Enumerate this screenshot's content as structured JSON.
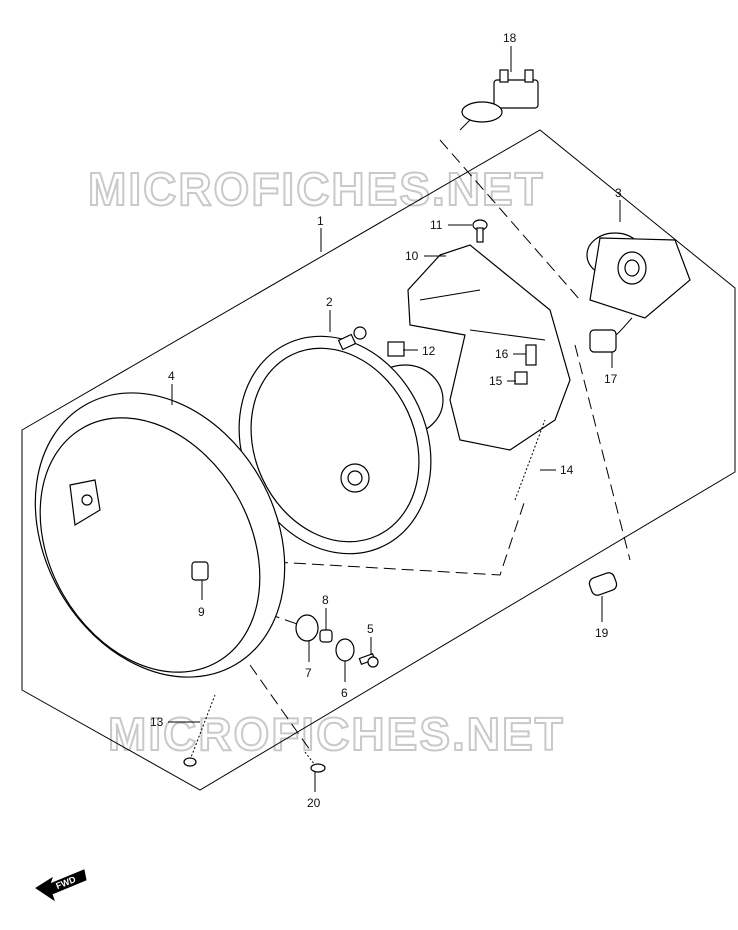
{
  "watermark": "MICROFICHES.NET",
  "fwd_label": "FWD",
  "callouts": [
    {
      "id": "18",
      "label": "18"
    },
    {
      "id": "3",
      "label": "3"
    },
    {
      "id": "1",
      "label": "1"
    },
    {
      "id": "11",
      "label": "11"
    },
    {
      "id": "10",
      "label": "10"
    },
    {
      "id": "2",
      "label": "2"
    },
    {
      "id": "12",
      "label": "12"
    },
    {
      "id": "16",
      "label": "16"
    },
    {
      "id": "15",
      "label": "15"
    },
    {
      "id": "17",
      "label": "17"
    },
    {
      "id": "4",
      "label": "4"
    },
    {
      "id": "14",
      "label": "14"
    },
    {
      "id": "9",
      "label": "9"
    },
    {
      "id": "8",
      "label": "8"
    },
    {
      "id": "5",
      "label": "5"
    },
    {
      "id": "7",
      "label": "7"
    },
    {
      "id": "6",
      "label": "6"
    },
    {
      "id": "19",
      "label": "19"
    },
    {
      "id": "13",
      "label": "13"
    },
    {
      "id": "20",
      "label": "20"
    }
  ]
}
